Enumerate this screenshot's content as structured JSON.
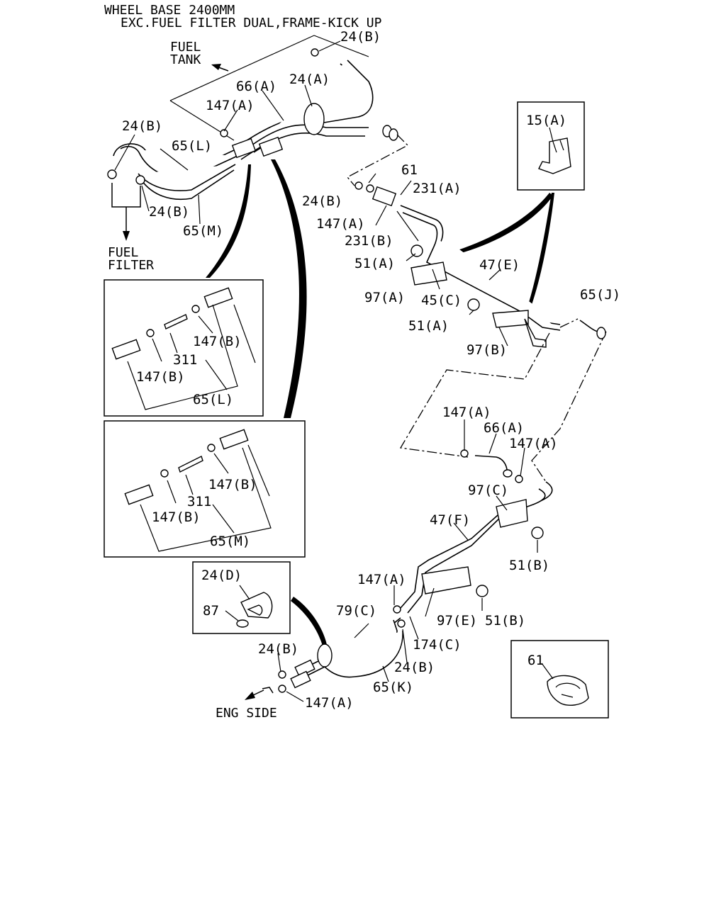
{
  "header": {
    "line1": "WHEEL BASE 2400MM",
    "line2": "EXC.FUEL FILTER DUAL,FRAME-KICK UP"
  },
  "direction_labels": {
    "fuel_tank_1": "FUEL",
    "fuel_tank_2": "TANK",
    "fuel_filter_1": "FUEL",
    "fuel_filter_2": "FILTER",
    "eng_side": "ENG SIDE"
  },
  "labels": {
    "l_24b_top": "24(B)",
    "l_66a_top": "66(A)",
    "l_24a": "24(A)",
    "l_147a_top": "147(A)",
    "l_24b_left": "24(B)",
    "l_65l": "65(L)",
    "l_24b_mid": "24(B)",
    "l_65m": "65(M)",
    "l_61_top": "61",
    "l_231a": "231(A)",
    "l_24b_center": "24(B)",
    "l_147a_center": "147(A)",
    "l_231b": "231(B)",
    "l_51a_1": "51(A)",
    "l_47e": "47(E)",
    "l_97a": "97(A)",
    "l_45c": "45(C)",
    "l_51a_2": "51(A)",
    "l_97b": "97(B)",
    "l_65j": "65(J)",
    "l_147a_mid": "147(A)",
    "l_66a_mid": "66(A)",
    "l_147a_mid2": "147(A)",
    "l_97c": "97(C)",
    "l_47f": "47(F)",
    "l_51b_1": "51(B)",
    "l_147a_low": "147(A)",
    "l_79c": "79(C)",
    "l_97e": "97(E)",
    "l_51b_2": "51(B)",
    "l_174c": "174(C)",
    "l_24b_low1": "24(B)",
    "l_24b_low2": "24(B)",
    "l_65k": "65(K)",
    "l_147a_bottom": "147(A)"
  },
  "detail_boxes": {
    "box_15a": "15(A)",
    "box_24d": "24(D)",
    "box_87": "87",
    "box_61": "61",
    "box_65l": {
      "p147b_1": "147(B)",
      "p311": "311",
      "p147b_2": "147(B)",
      "p65l": "65(L)"
    },
    "box_65m": {
      "p147b_1": "147(B)",
      "p311": "311",
      "p147b_2": "147(B)",
      "p65m": "65(M)"
    }
  }
}
